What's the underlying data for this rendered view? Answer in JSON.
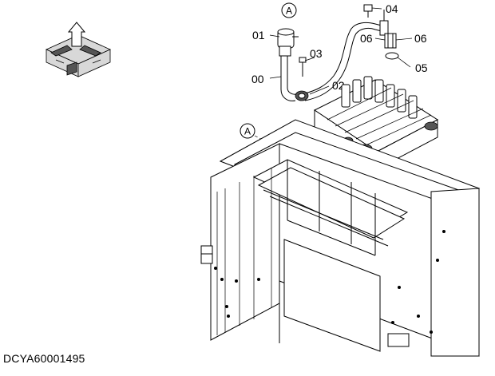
{
  "diagram": {
    "part_labels": {
      "p00": "00",
      "p01": "01",
      "p02": "02",
      "p03": "03",
      "p04": "04",
      "p05": "05",
      "p06a": "06",
      "p06b": "06"
    },
    "callout_top": "A",
    "callout_side": "A",
    "document_id": "DCYA60001495"
  }
}
